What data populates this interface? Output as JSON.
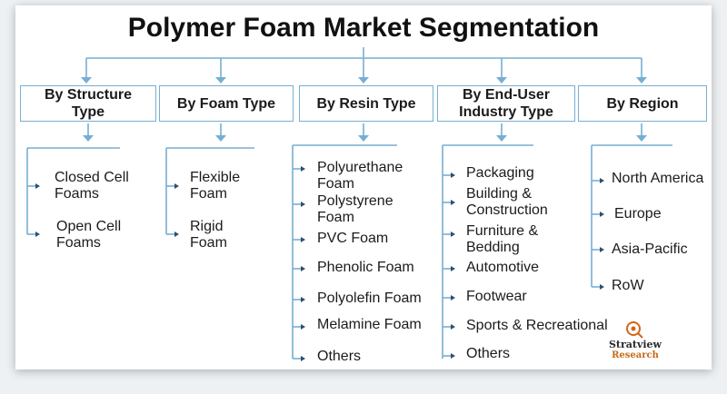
{
  "title": "Polymer Foam Market Segmentation",
  "colors": {
    "line": "#76aed3",
    "arrow": "#2d4f6e",
    "text": "#1b1b1b"
  },
  "segments": [
    {
      "heading": "By Structure Type",
      "items": [
        "Closed Cell Foams",
        "Open Cell Foams"
      ]
    },
    {
      "heading": "By Foam Type",
      "items": [
        "Flexible Foam",
        "Rigid Foam"
      ]
    },
    {
      "heading": "By Resin Type",
      "items": [
        "Polyurethane Foam",
        "Polystyrene Foam",
        "PVC Foam",
        "Phenolic Foam",
        "Polyolefin Foam",
        "Melamine Foam",
        "Others"
      ]
    },
    {
      "heading": "By End-User Industry Type",
      "items": [
        "Packaging",
        "Building & Construction",
        "Furniture & Bedding",
        "Automotive",
        "Footwear",
        "Sports & Recreational",
        "Others"
      ]
    },
    {
      "heading": "By Region",
      "items": [
        "North America",
        "Europe",
        "Asia-Pacific",
        "RoW"
      ]
    }
  ],
  "logo": {
    "name": "Stratview",
    "sub": "Research"
  }
}
